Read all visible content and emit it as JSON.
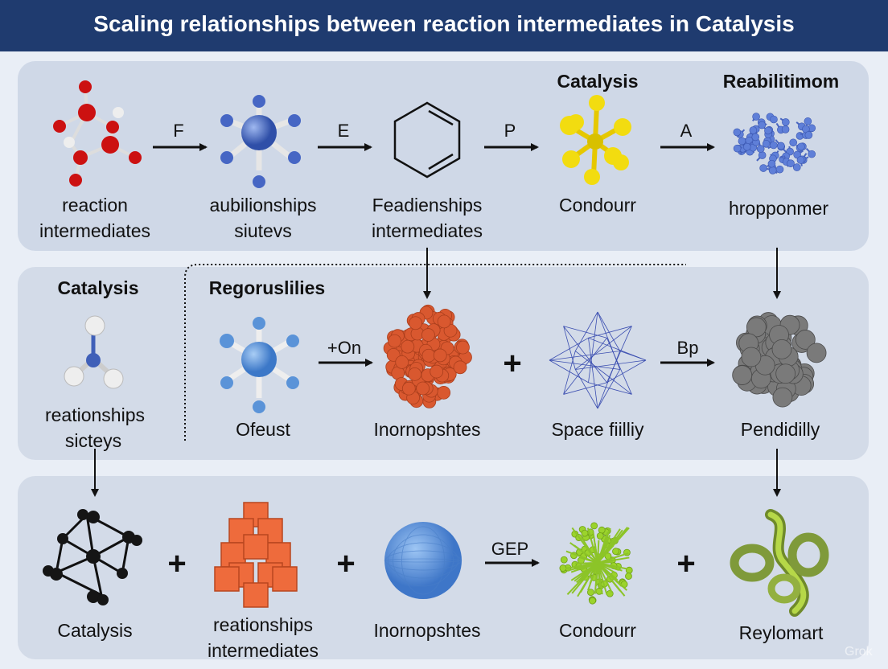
{
  "title": "Scaling relationships between reaction intermediates in Catalysis",
  "colors": {
    "title_bar": "#1f3b6f",
    "panel": "#cfd8e7",
    "background": "#e9eef6",
    "oxygen": "#cc1111",
    "nitrogen": "#3f5fb8",
    "sulfur": "#f0d800",
    "polymer": "#5577cc",
    "cluster_orange": "#d9582f",
    "cluster_gray": "#707070",
    "lattice": "#1a1a1a",
    "cube": "#ee6b3c",
    "sphere": "#5b8fd8",
    "green": "#8ccc2a",
    "coil": "#7f9a3a"
  },
  "row1": {
    "headers": [
      "Catalysis",
      "Reabilitimom"
    ],
    "items": [
      {
        "icon": "red-ring-molecule-icon",
        "lines": [
          "reaction",
          "intermediates"
        ]
      },
      {
        "icon": "blue-octahedral-molecule-icon",
        "lines": [
          "aubilionships",
          "siutevs"
        ]
      },
      {
        "icon": "hexagon-ring-icon",
        "lines": [
          "Feadienships",
          "intermediates"
        ]
      },
      {
        "icon": "yellow-molecule-icon",
        "lines": [
          "Condourr"
        ]
      },
      {
        "icon": "blue-polymer-icon",
        "lines": [
          "hropponmer"
        ]
      }
    ],
    "arrows": [
      "F",
      "E",
      "P",
      "A"
    ]
  },
  "row2": {
    "left_header": "Catalysis",
    "left_item": {
      "icon": "nitrogen-molecule-icon",
      "lines": [
        "reationships",
        "sicteys"
      ]
    },
    "group_header": "Regoruslilies",
    "items": [
      {
        "icon": "blue-octahedral-molecule-icon",
        "label": "Ofeust"
      },
      {
        "icon": "orange-cluster-icon",
        "label": "Inornopshtes"
      },
      {
        "icon": "star-mesh-icon",
        "label": "Space fiilliy"
      },
      {
        "icon": "gray-cluster-icon",
        "label": "Pendidilly"
      }
    ],
    "arrows": [
      "+On",
      "Bp"
    ],
    "operators": [
      "+"
    ]
  },
  "row3": {
    "items": [
      {
        "icon": "black-lattice-icon",
        "lines": [
          "Catalysis"
        ]
      },
      {
        "icon": "orange-cube-cluster-icon",
        "lines": [
          "reationships",
          "intermediates"
        ]
      },
      {
        "icon": "blue-sphere-icon",
        "lines": [
          "Inornopshtes"
        ]
      },
      {
        "icon": "green-spiky-cluster-icon",
        "lines": [
          "Condourr"
        ]
      },
      {
        "icon": "green-coil-icon",
        "lines": [
          "Reylomart"
        ]
      }
    ],
    "arrows": [
      "GEP"
    ],
    "operators": [
      "+",
      "+",
      "+"
    ]
  },
  "watermark": "Grok"
}
